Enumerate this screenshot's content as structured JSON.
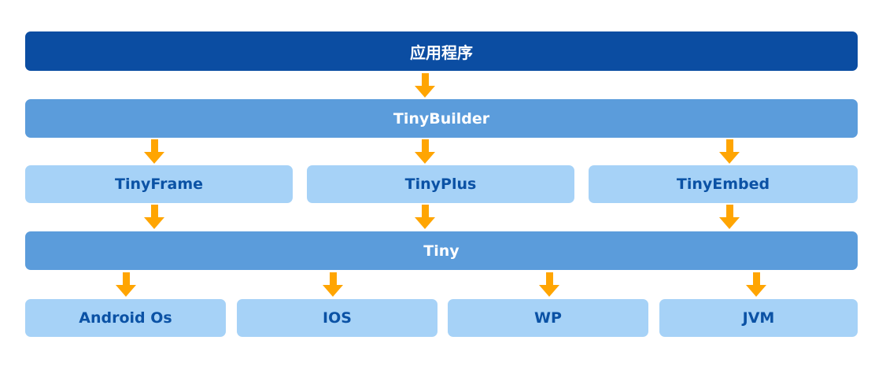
{
  "layers": {
    "application": {
      "label": "应用程序"
    },
    "tinybuilder": {
      "label": "TinyBuilder"
    },
    "tinyframe": {
      "label": "TinyFrame"
    },
    "tinyplus": {
      "label": "TinyPlus"
    },
    "tinyembed": {
      "label": "TinyEmbed"
    },
    "tiny": {
      "label": "Tiny"
    },
    "android_os": {
      "label": "Android Os"
    },
    "ios": {
      "label": "IOS"
    },
    "wp": {
      "label": "WP"
    },
    "jvm": {
      "label": "JVM"
    }
  },
  "icons": {
    "arrow-down-icon": "orange filled down arrow (css triangle + stem)"
  },
  "colors": {
    "dark_blue": "#0B4DA2",
    "medium_blue": "#5B9CDB",
    "light_blue": "#A6D2F7",
    "arrow_orange": "#FFA502",
    "label_dark": "#0B52A5",
    "label_white": "#FFFFFF",
    "background": "#FFFFFF"
  }
}
